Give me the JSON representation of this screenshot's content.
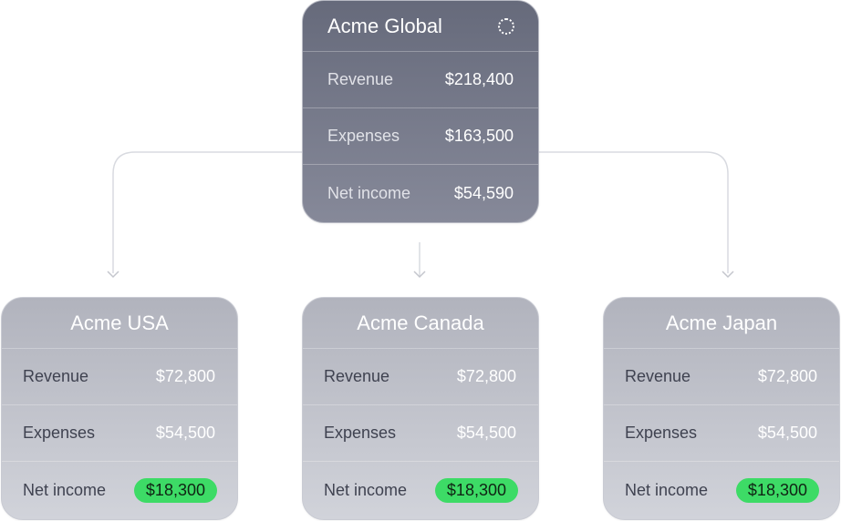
{
  "parent": {
    "title": "Acme Global",
    "status_icon": "loading-spinner-icon",
    "rows": [
      {
        "label": "Revenue",
        "value": "$218,400"
      },
      {
        "label": "Expenses",
        "value": "$163,500"
      },
      {
        "label": "Net income",
        "value": "$54,590"
      }
    ]
  },
  "children": [
    {
      "title": "Acme USA",
      "rows": [
        {
          "label": "Revenue",
          "value": "$72,800"
        },
        {
          "label": "Expenses",
          "value": "$54,500"
        },
        {
          "label": "Net income",
          "value": "$18,300"
        }
      ]
    },
    {
      "title": "Acme Canada",
      "rows": [
        {
          "label": "Revenue",
          "value": "$72,800"
        },
        {
          "label": "Expenses",
          "value": "$54,500"
        },
        {
          "label": "Net income",
          "value": "$18,300"
        }
      ]
    },
    {
      "title": "Acme Japan",
      "rows": [
        {
          "label": "Revenue",
          "value": "$72,800"
        },
        {
          "label": "Expenses",
          "value": "$54,500"
        },
        {
          "label": "Net income",
          "value": "$18,300"
        }
      ]
    }
  ],
  "colors": {
    "parent_bg": "#70748a",
    "child_bg": "#c2c4cc",
    "net_income_highlight": "#3ddb66",
    "connector": "#d8dae0"
  }
}
